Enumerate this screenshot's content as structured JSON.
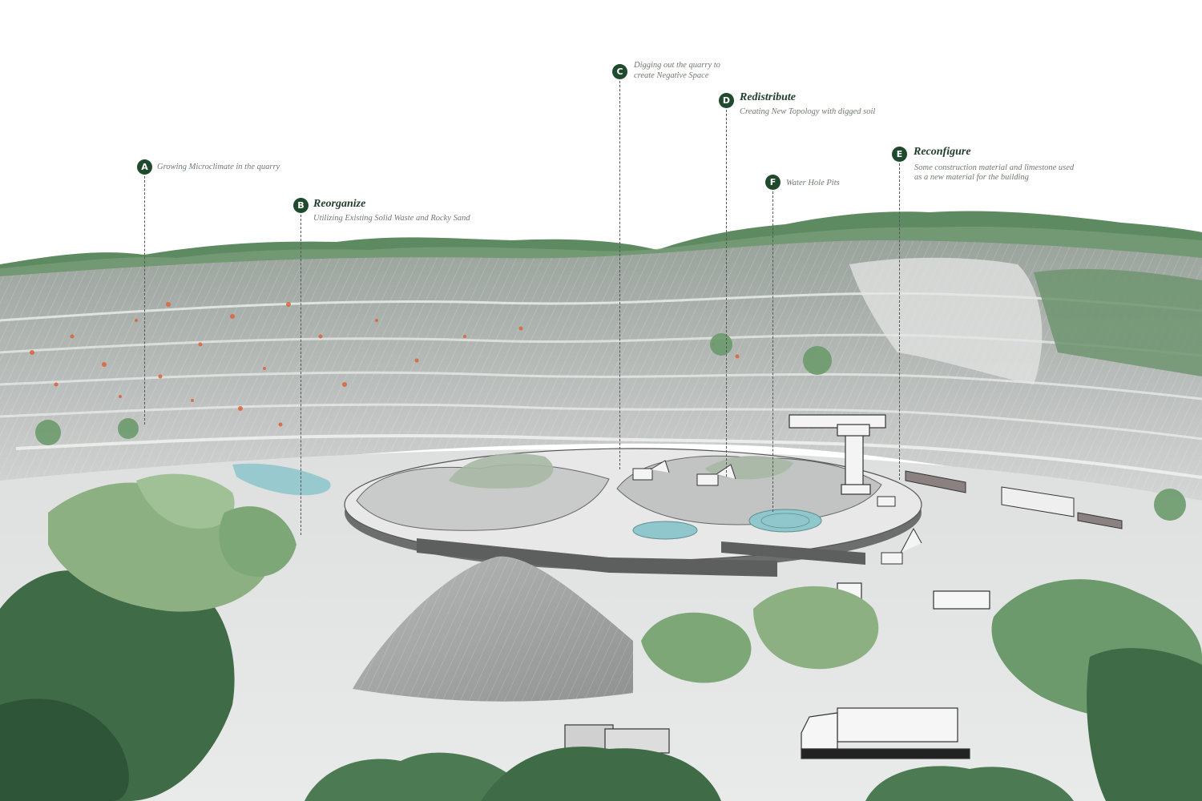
{
  "callouts": [
    {
      "id": "A",
      "letter": "A",
      "title": "",
      "description": [
        "Growing Microclimate in the quarry"
      ]
    },
    {
      "id": "B",
      "letter": "B",
      "title": "Reorganize",
      "description": [
        "Utilizing Existing Solid Waste and Rocky Sand"
      ]
    },
    {
      "id": "C",
      "letter": "C",
      "title": "",
      "description": [
        "Digging out the quarry to",
        "create Negative Space"
      ]
    },
    {
      "id": "D",
      "letter": "D",
      "title": "Redistribute",
      "description": [
        "Creating New Topology with digged soil"
      ]
    },
    {
      "id": "E",
      "letter": "E",
      "title": "Reconfigure",
      "description": [
        "Some construction material and limestone used",
        "as a new material for the building"
      ]
    },
    {
      "id": "F",
      "letter": "F",
      "title": "",
      "description": [
        "Water Hole Pits"
      ]
    }
  ],
  "colors": {
    "badge": "#1f4a2e",
    "title": "#1f3d2a",
    "description": "#6f7a72",
    "tree_dark": "#3f6b47",
    "tree_light": "#8db082",
    "rock": "#b9bcbb",
    "water": "#8fc7cc",
    "accent_orange": "#d9643a"
  }
}
